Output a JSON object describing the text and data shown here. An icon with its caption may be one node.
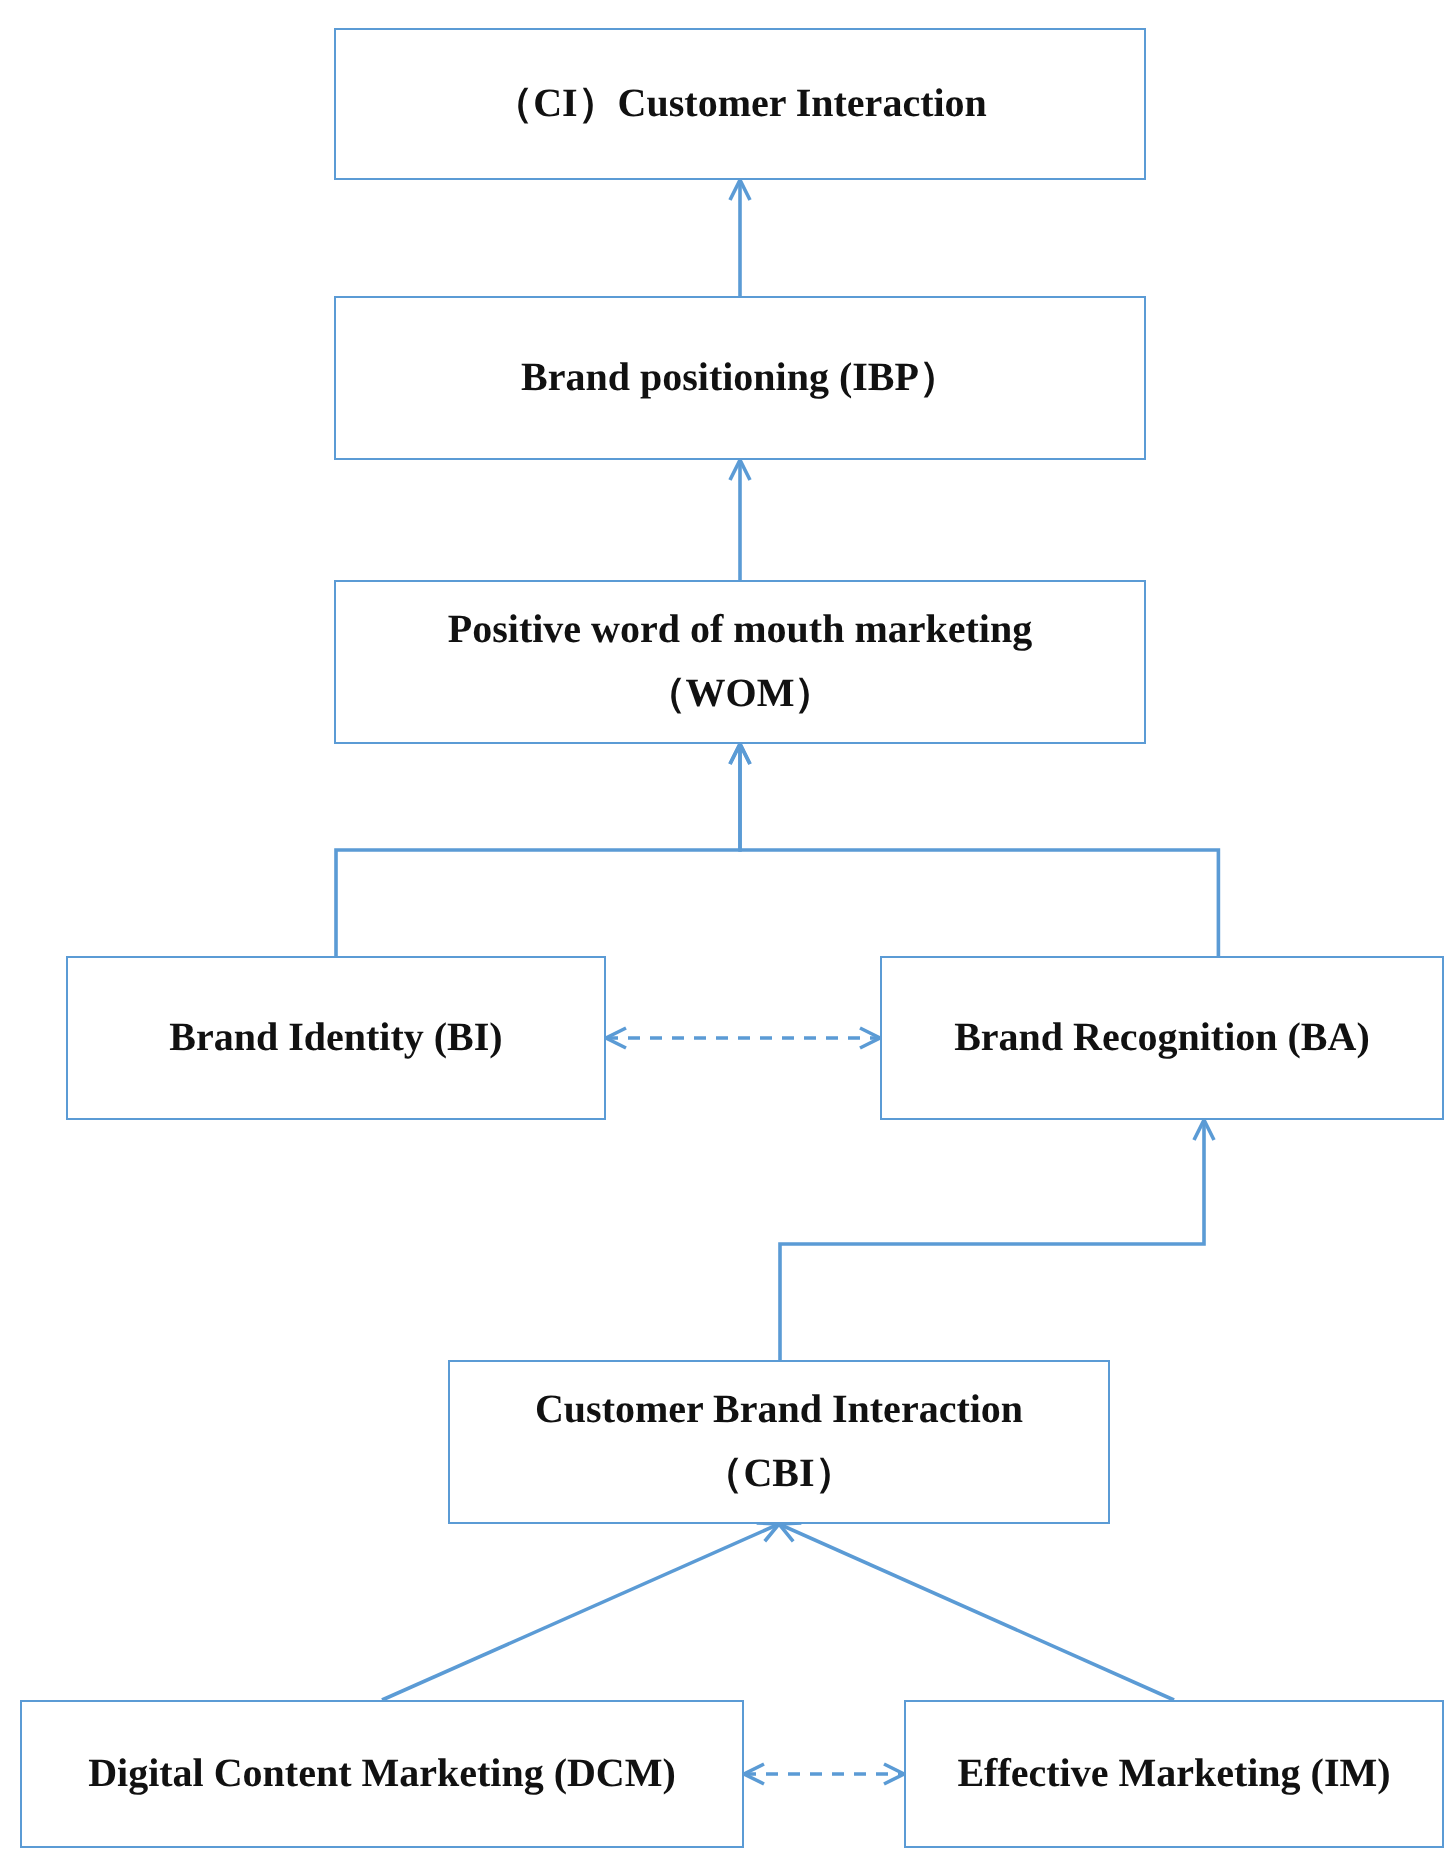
{
  "diagram": {
    "nodes": [
      {
        "text": [
          "（CI）Customer Interaction"
        ]
      },
      {
        "text": [
          "Brand positioning (IBP）"
        ]
      },
      {
        "text": [
          "Positive word of mouth marketing （WOM）"
        ]
      },
      {
        "text": [
          "Brand Identity (BI)"
        ]
      },
      {
        "text": [
          "Brand Recognition (BA)"
        ]
      },
      {
        "text": [
          "Customer Brand Interaction （CBI）"
        ]
      },
      {
        "text": [
          "Digital Content Marketing (DCM)"
        ]
      },
      {
        "text": [
          "Effective Marketing (IM)"
        ]
      }
    ],
    "edges": [
      {
        "from": 1,
        "to": 0,
        "arrow": "to"
      },
      {
        "from": 2,
        "to": 1,
        "arrow": "to"
      },
      {
        "from": 3,
        "to": 2,
        "arrow": "to"
      },
      {
        "from": 4,
        "to": 2,
        "arrow": "to"
      },
      {
        "from": 3,
        "to": 4,
        "arrow": "both",
        "style": "dashed"
      },
      {
        "from": 5,
        "to": 4,
        "arrow": "to"
      },
      {
        "from": 6,
        "to": 5,
        "arrow": "to"
      },
      {
        "from": 7,
        "to": 5,
        "arrow": "to"
      },
      {
        "from": 6,
        "to": 7,
        "arrow": "both",
        "style": "dashed"
      }
    ]
  }
}
